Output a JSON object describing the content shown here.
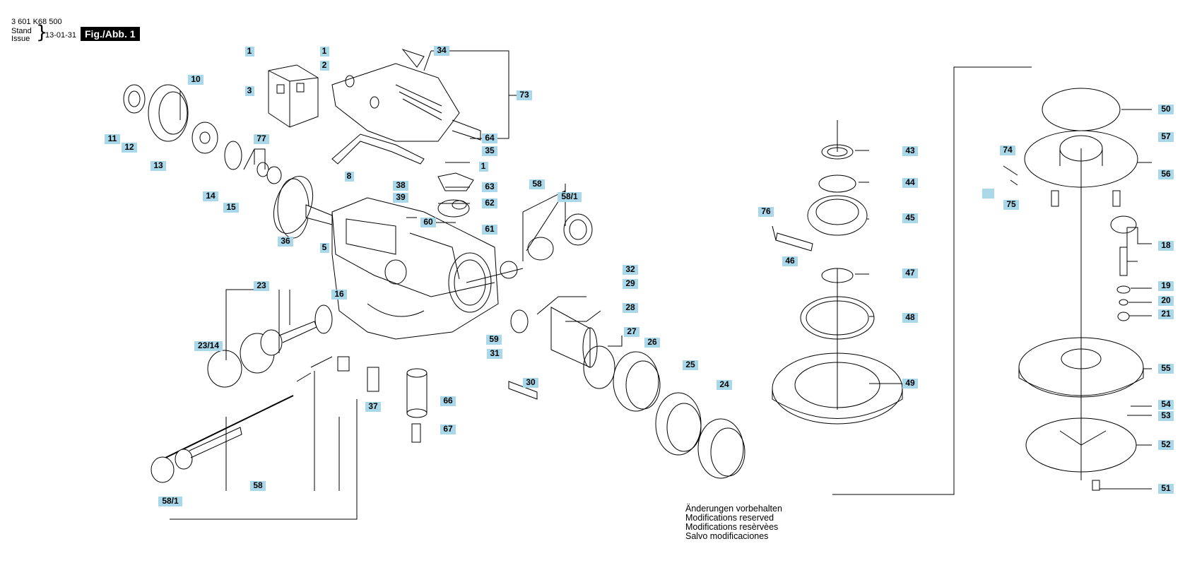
{
  "header": {
    "doc_number": "3 601 K68 500",
    "stand_label": "Stand",
    "issue_label": "Issue",
    "date": "13-01-31",
    "figure": "Fig./Abb. 1"
  },
  "notes": [
    "Änderungen vorbehalten",
    "Modifications reserved",
    "Modifications resèrvèes",
    "Salvo modificaciones"
  ],
  "colors": {
    "label_highlight": "#a8d8ea",
    "line": "#000000"
  },
  "part_labels": {
    "p1a": "1",
    "p1b": "1",
    "p1c": "1",
    "p2": "2",
    "p3": "3",
    "p5": "5",
    "p8": "8",
    "p10": "10",
    "p11": "11",
    "p12": "12",
    "p13": "13",
    "p14": "14",
    "p15": "15",
    "p16": "16",
    "p18": "18",
    "p19": "19",
    "p20": "20",
    "p21": "21",
    "p23": "23",
    "p23_14": "23/14",
    "p24": "24",
    "p25": "25",
    "p26": "26",
    "p27": "27",
    "p28": "28",
    "p29": "29",
    "p30": "30",
    "p31": "31",
    "p32": "32",
    "p34": "34",
    "p35": "35",
    "p36": "36",
    "p37": "37",
    "p38": "38",
    "p39": "39",
    "p43": "43",
    "p44": "44",
    "p45": "45",
    "p46": "46",
    "p47": "47",
    "p48": "48",
    "p49": "49",
    "p50": "50",
    "p51": "51",
    "p52": "52",
    "p53": "53",
    "p54": "54",
    "p55": "55",
    "p56": "56",
    "p57": "57",
    "p58a": "58",
    "p58b": "58",
    "p58_1a": "58/1",
    "p58_1b": "58/1",
    "p59": "59",
    "p60": "60",
    "p61": "61",
    "p62": "62",
    "p63": "63",
    "p64": "64",
    "p66": "66",
    "p67": "67",
    "p73": "73",
    "p74": "74",
    "p75": "75",
    "p76": "76",
    "p77": "77"
  }
}
